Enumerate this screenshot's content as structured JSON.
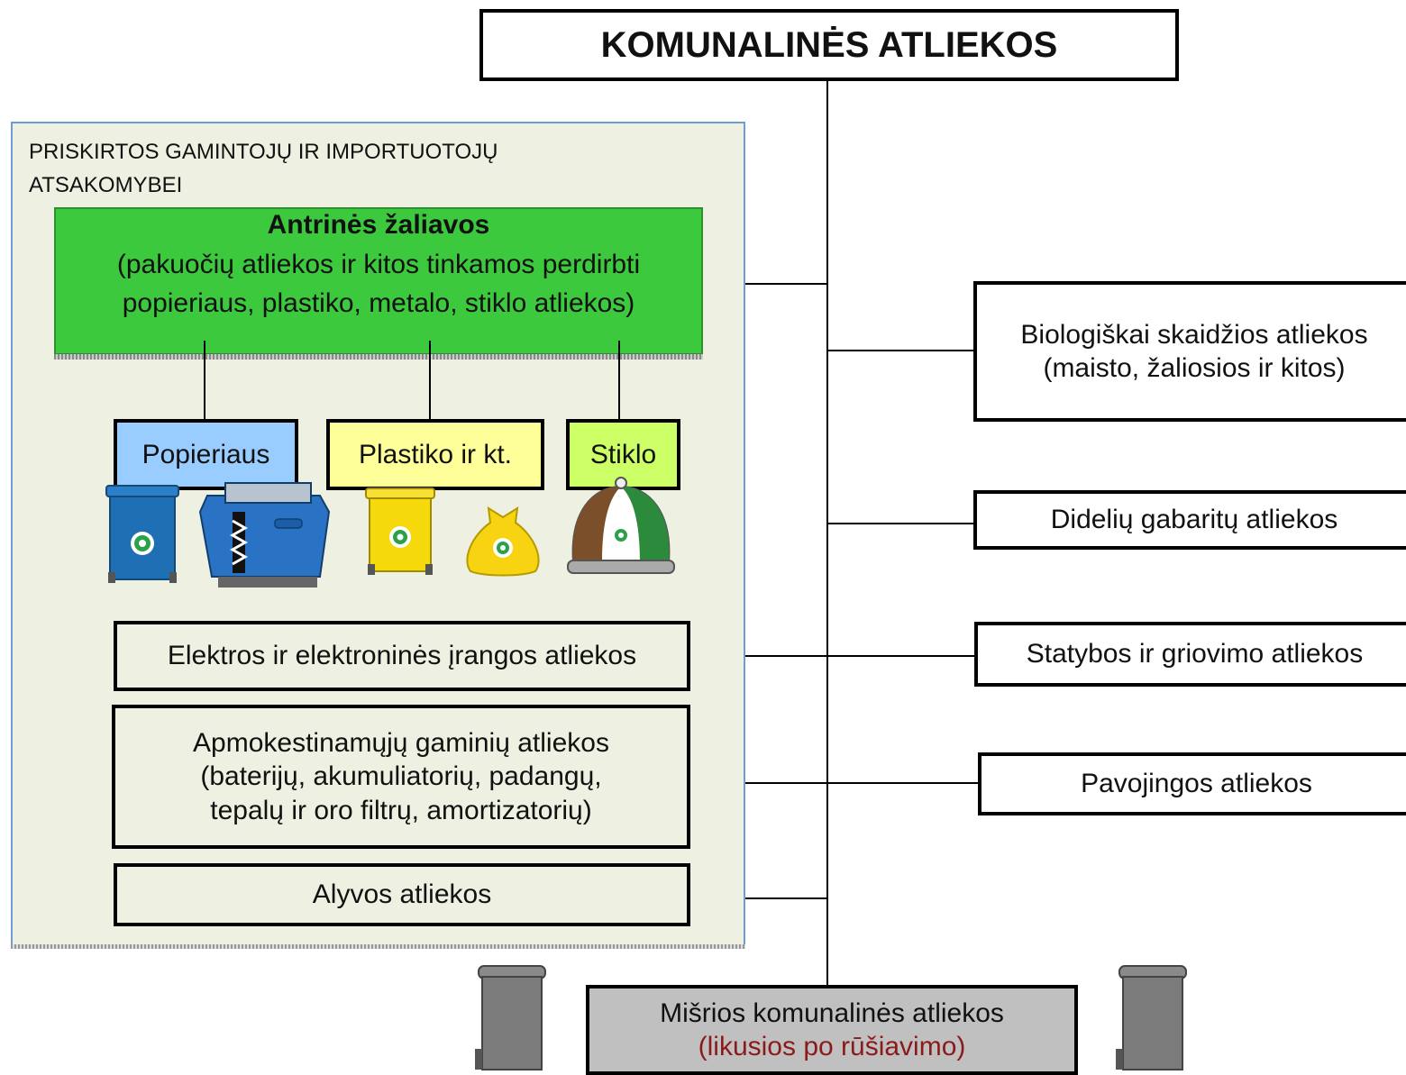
{
  "title": "KOMUNALINĖS ATLIEKOS",
  "producer_group": {
    "label": "PRISKIRTOS GAMINTOJŲ IR IMPORTUOTOJŲ ATSAKOMYBEI",
    "secondary_materials": {
      "title": "Antrinės žaliavos",
      "description": "(pakuočių atliekos ir kitos tinkamos perdirbti popieriaus, plastiko, metalo, stiklo atliekos)"
    },
    "categories": [
      {
        "label": "Popieriaus",
        "color": "#99ccff"
      },
      {
        "label": "Plastiko ir kt.",
        "color": "#ffff99"
      },
      {
        "label": "Stiklo",
        "color": "#ccff66"
      }
    ],
    "container_icons": [
      "blue-bin-icon",
      "blue-container-icon",
      "yellow-bin-icon",
      "yellow-bag-icon",
      "glass-igloo-icon"
    ],
    "electronics": "Elektros ir elektroninės įrangos atliekos",
    "taxed_products": {
      "line1": "Apmokestinamųjų gaminių atliekos",
      "line2": "(baterijų, akumuliatorių, padangų,",
      "line3": "tepalų ir oro filtrų, amortizatorių)"
    },
    "oil": "Alyvos atliekos"
  },
  "right_items": {
    "bio": {
      "line1": "Biologiškai skaidžios atliekos",
      "line2": "(maisto, žaliosios ir kitos)"
    },
    "bulky": "Didelių gabaritų atliekos",
    "construction": "Statybos ir griovimo atliekos",
    "hazardous": "Pavojingos atliekos"
  },
  "mixed": {
    "line1": "Mišrios komunalinės atliekos",
    "line2": "(likusios po rūšiavimo)",
    "bin_icons": [
      "grey-bin-icon",
      "grey-bin-icon"
    ]
  },
  "colors": {
    "green": "#3dc93d",
    "panel": "#eef0e1",
    "panel_border": "#6f9cd6",
    "mixed_box": "#c0c0c0",
    "red_text": "#8b1a1a"
  }
}
